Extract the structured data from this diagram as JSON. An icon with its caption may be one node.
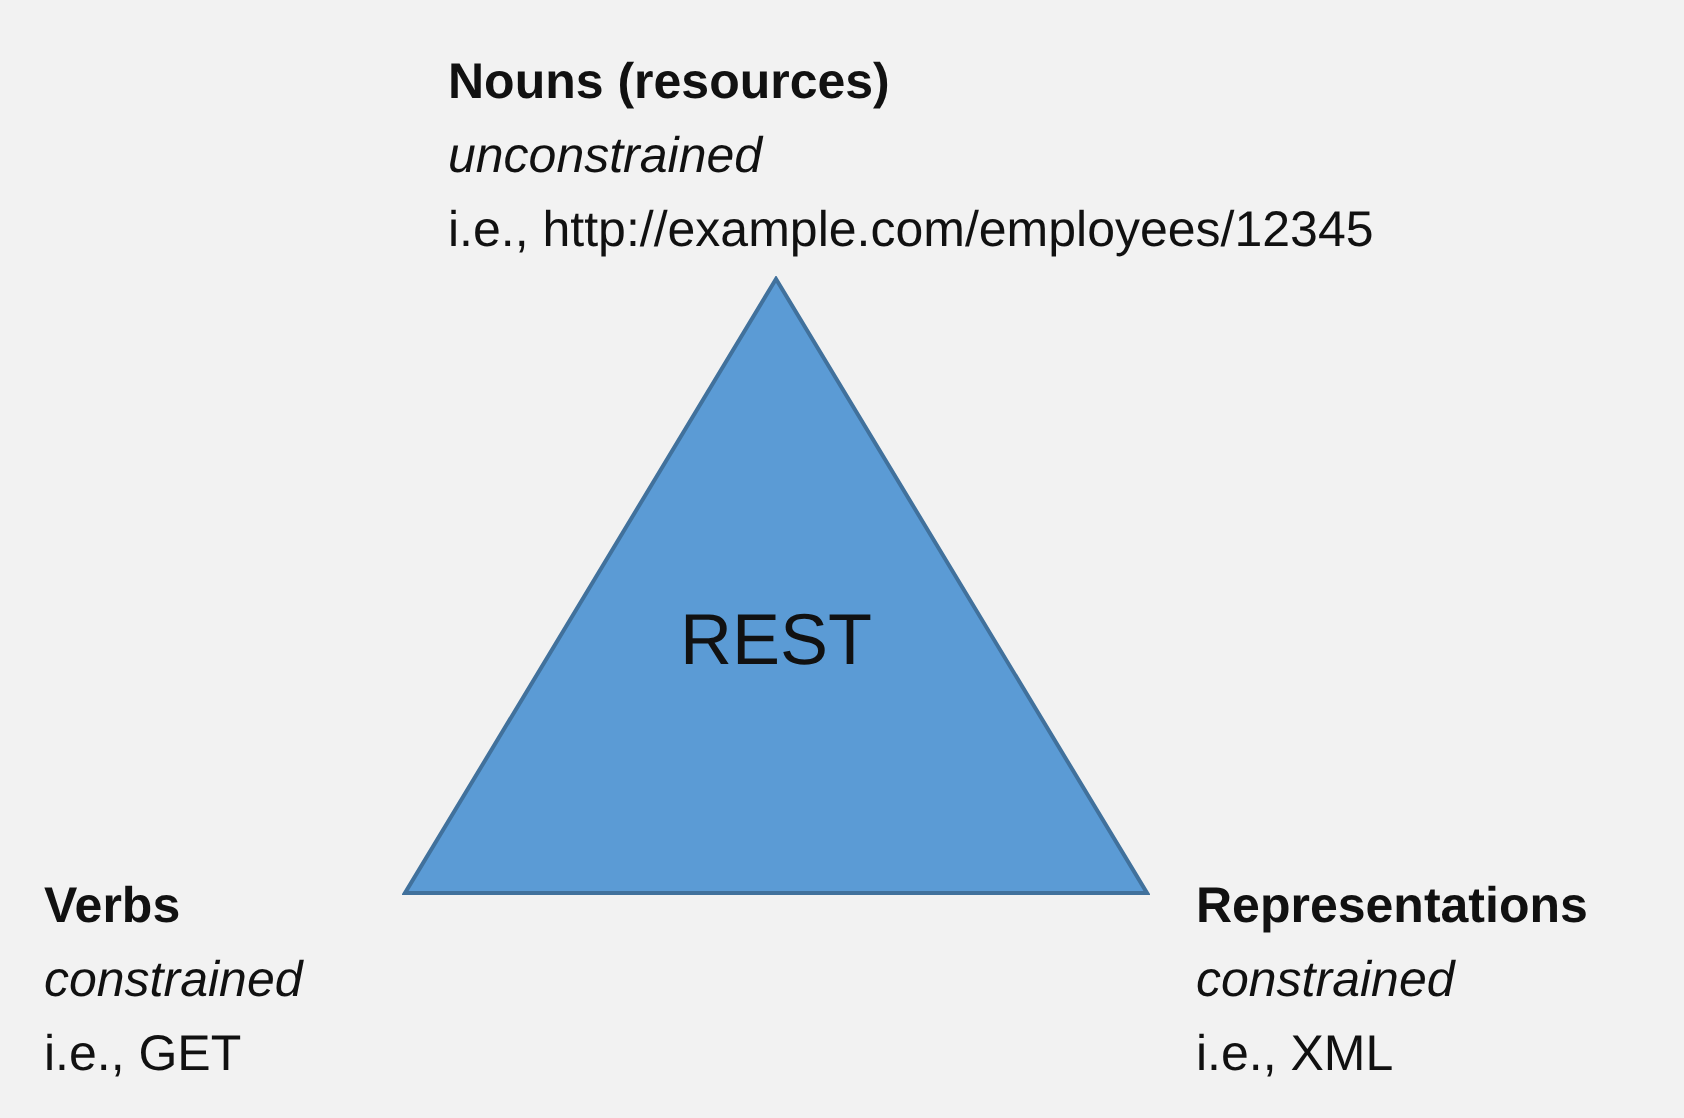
{
  "diagram": {
    "nodes": [
      {
        "text": [
          "REST"
        ]
      }
    ],
    "edges": [],
    "labels": [
      "Nouns (resources)",
      "unconstrained",
      "i.e., http://example.com/employees/12345",
      "Verbs",
      "constrained",
      "i.e., GET",
      "Representations",
      "constrained",
      "i.e., XML"
    ]
  }
}
